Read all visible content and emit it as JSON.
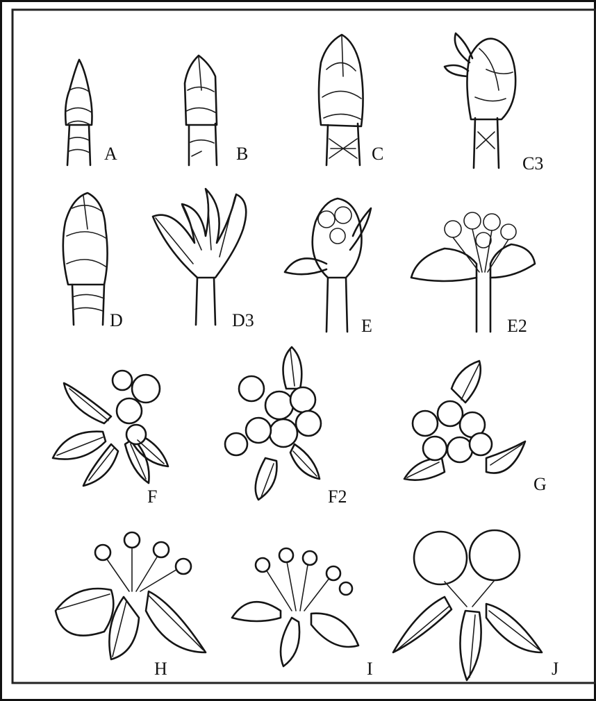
{
  "figure": {
    "background": "#ffffff",
    "line_color": "#151515",
    "stage_labels": [
      "A",
      "B",
      "C",
      "C3",
      "D",
      "D3",
      "E",
      "E2",
      "F",
      "F2",
      "G",
      "H",
      "I",
      "J"
    ]
  }
}
